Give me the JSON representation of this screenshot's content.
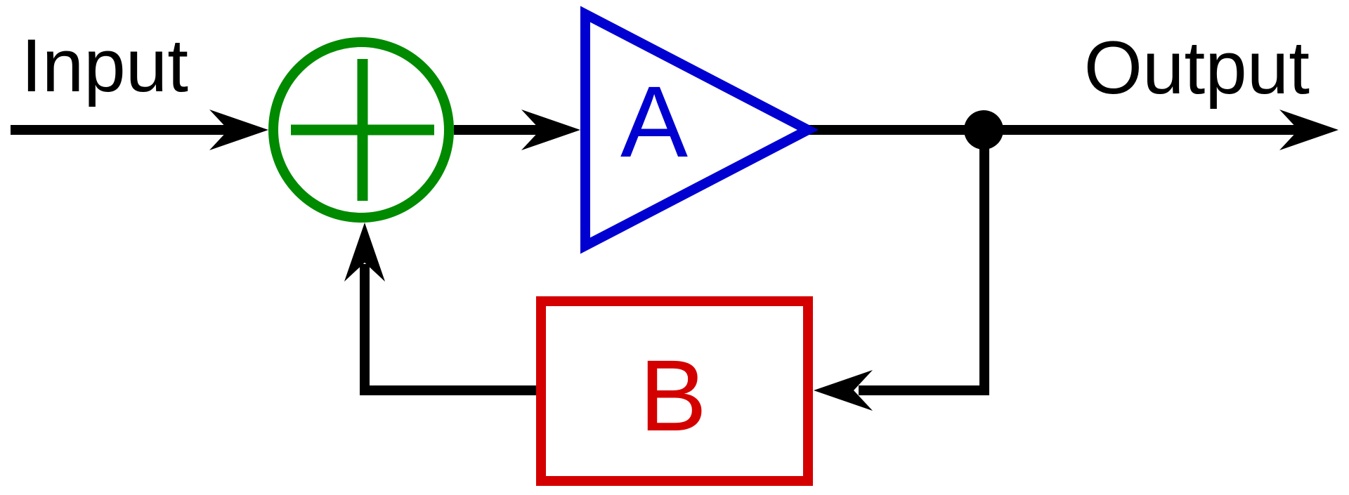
{
  "diagram": {
    "type": "feedback-loop-block-diagram",
    "labels": {
      "input": "Input",
      "output": "Output",
      "amplifier_gain": "A",
      "feedback_gain": "B"
    },
    "colors": {
      "background": "#FFFFFF",
      "wire": "#000000",
      "text": "#000000",
      "summing_junction": "#008A00",
      "amplifier": "#0000D0",
      "feedback": "#D40000"
    }
  }
}
